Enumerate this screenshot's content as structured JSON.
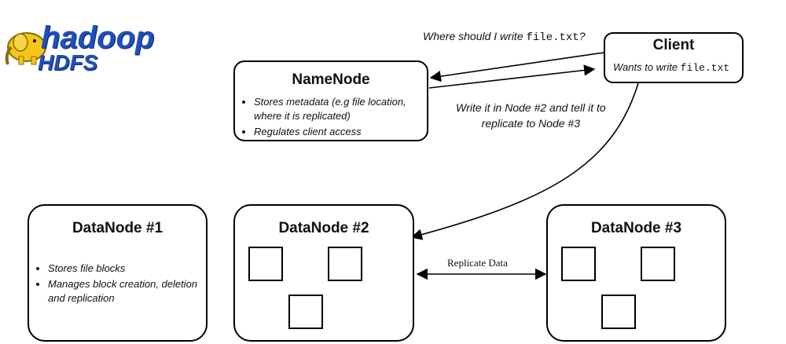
{
  "logo": {
    "brand": "hadoop",
    "product": "HDFS"
  },
  "namenode": {
    "title": "NameNode",
    "items": [
      "Stores metadata (e.g file location, where it is replicated)",
      "Regulates client access"
    ]
  },
  "client": {
    "title": "Client",
    "desc_prefix": "Wants to write",
    "desc_file": "file.txt"
  },
  "labels": {
    "question_prefix": "Where should I write",
    "question_file": "file.txt",
    "question_suffix": "?",
    "answer_line1": "Write it in Node #2 and tell it to",
    "answer_line2": "replicate to Node #3",
    "replicate": "Replicate Data"
  },
  "datanodes": [
    {
      "title": "DataNode #1",
      "items": [
        "Stores file blocks",
        "Manages block creation, deletion and replication"
      ]
    },
    {
      "title": "DataNode #2",
      "blocks": 3
    },
    {
      "title": "DataNode #3",
      "blocks": 3
    }
  ],
  "colors": {
    "logo_blue": "#1f4fbd",
    "logo_yellow": "#f5c518",
    "stroke": "#000000"
  }
}
